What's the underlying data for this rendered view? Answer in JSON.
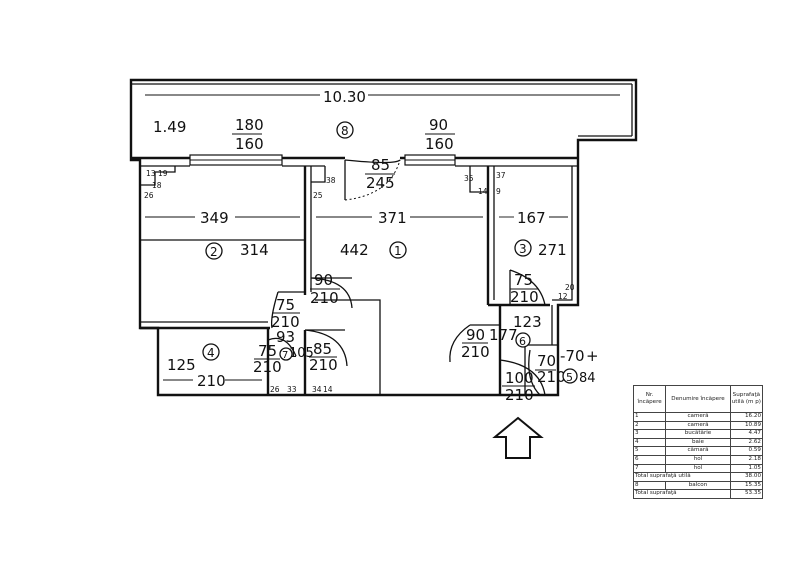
{
  "dimensions": {
    "overall_width": "10.30",
    "terrace_depth": "1.49",
    "window_left": {
      "width": "180",
      "height": "160"
    },
    "window_right": {
      "width": "90",
      "height": "160"
    },
    "door_terrace": {
      "width": "85",
      "height": "245"
    },
    "room2_width": "349",
    "room2_depth": "314",
    "room1_width": "371",
    "room1_depth": "442",
    "room3_width": "167",
    "room3_depth": "271",
    "room4_width": "210",
    "room4_depth": "125",
    "room6_length": "123",
    "room6_width": "177",
    "room5_width": "70",
    "room5_depth": "84",
    "door_room1": {
      "width": "90",
      "height": "210"
    },
    "door_room2": {
      "width": "75",
      "height": "210"
    },
    "door_room7_left": {
      "width": "75",
      "height": "210"
    },
    "room7_size": "93",
    "room7_width": "105",
    "door_room7_right": {
      "width": "85",
      "height": "210"
    },
    "door_room3": {
      "width": "75",
      "height": "210"
    },
    "door_hall": {
      "width": "90",
      "height": "210"
    },
    "entrance_door": {
      "width": "100",
      "height": "210"
    },
    "door_room5": {
      "width": "70",
      "height": "210"
    },
    "room5_minus": "-70",
    "room5_plus": "+"
  },
  "small_dims": {
    "d13": "13",
    "d19": "19",
    "d18": "18",
    "d26": "26",
    "d38": "38",
    "d25": "25",
    "d35": "35",
    "d14": "14",
    "d9": "9",
    "d37": "37",
    "d20": "20",
    "d12": "12",
    "d26b": "26",
    "d33": "33",
    "d34": "34",
    "d14b": "14"
  },
  "rooms": {
    "r1": "1",
    "r2": "2",
    "r3": "3",
    "r4": "4",
    "r5": "5",
    "r6": "6",
    "r7": "7",
    "r8": "8"
  },
  "legend": {
    "headers": [
      "Nr. încăpere",
      "Denumire încăpere",
      "Suprafaţă utilă (m p)"
    ],
    "rows": [
      {
        "nr": "1",
        "name": "cameră",
        "area": "16.20"
      },
      {
        "nr": "2",
        "name": "cameră",
        "area": "10.89"
      },
      {
        "nr": "3",
        "name": "bucătărie",
        "area": "4.47"
      },
      {
        "nr": "4",
        "name": "baie",
        "area": "2.62"
      },
      {
        "nr": "5",
        "name": "cămară",
        "area": "0.59"
      },
      {
        "nr": "6",
        "name": "hol",
        "area": "2.18"
      },
      {
        "nr": "7",
        "name": "hol",
        "area": "1.05"
      }
    ],
    "total_useful": {
      "label": "Total suprafaţă utilă",
      "value": "38.00"
    },
    "balcony": {
      "nr": "8",
      "name": "balcon",
      "area": "15.35"
    },
    "total": {
      "label": "Total suprafaţă",
      "value": "53.35"
    }
  }
}
